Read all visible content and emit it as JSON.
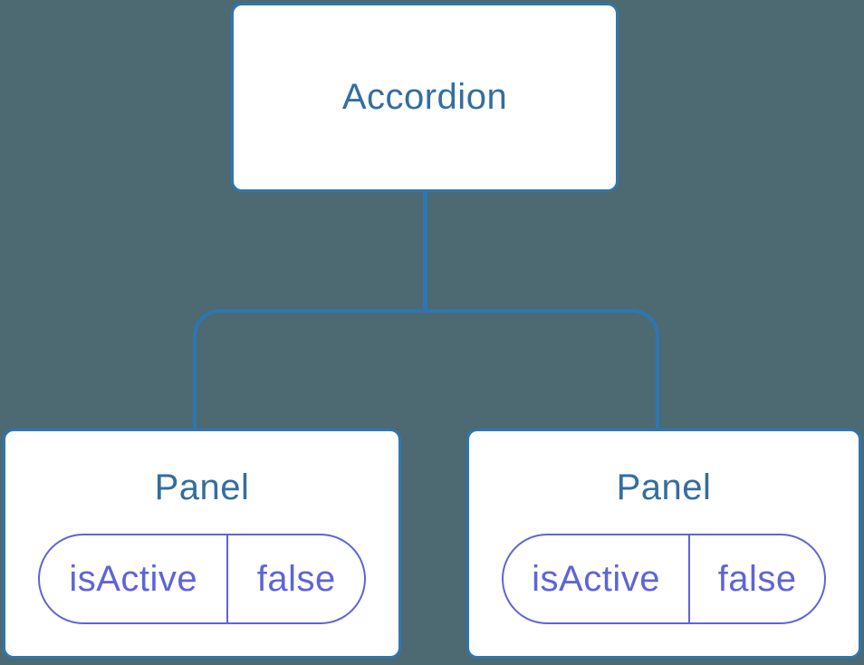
{
  "colors": {
    "background": "#4d6972",
    "connector": "#2e76b2",
    "node_border": "#2f76ae",
    "node_fill": "#ffffff",
    "node_text": "#336e9e",
    "state_accent": "#5d64da"
  },
  "tree": {
    "root": {
      "label": "Accordion"
    },
    "panels": [
      {
        "title": "Panel",
        "state": {
          "key": "isActive",
          "value": "false"
        }
      },
      {
        "title": "Panel",
        "state": {
          "key": "isActive",
          "value": "false"
        }
      }
    ]
  }
}
